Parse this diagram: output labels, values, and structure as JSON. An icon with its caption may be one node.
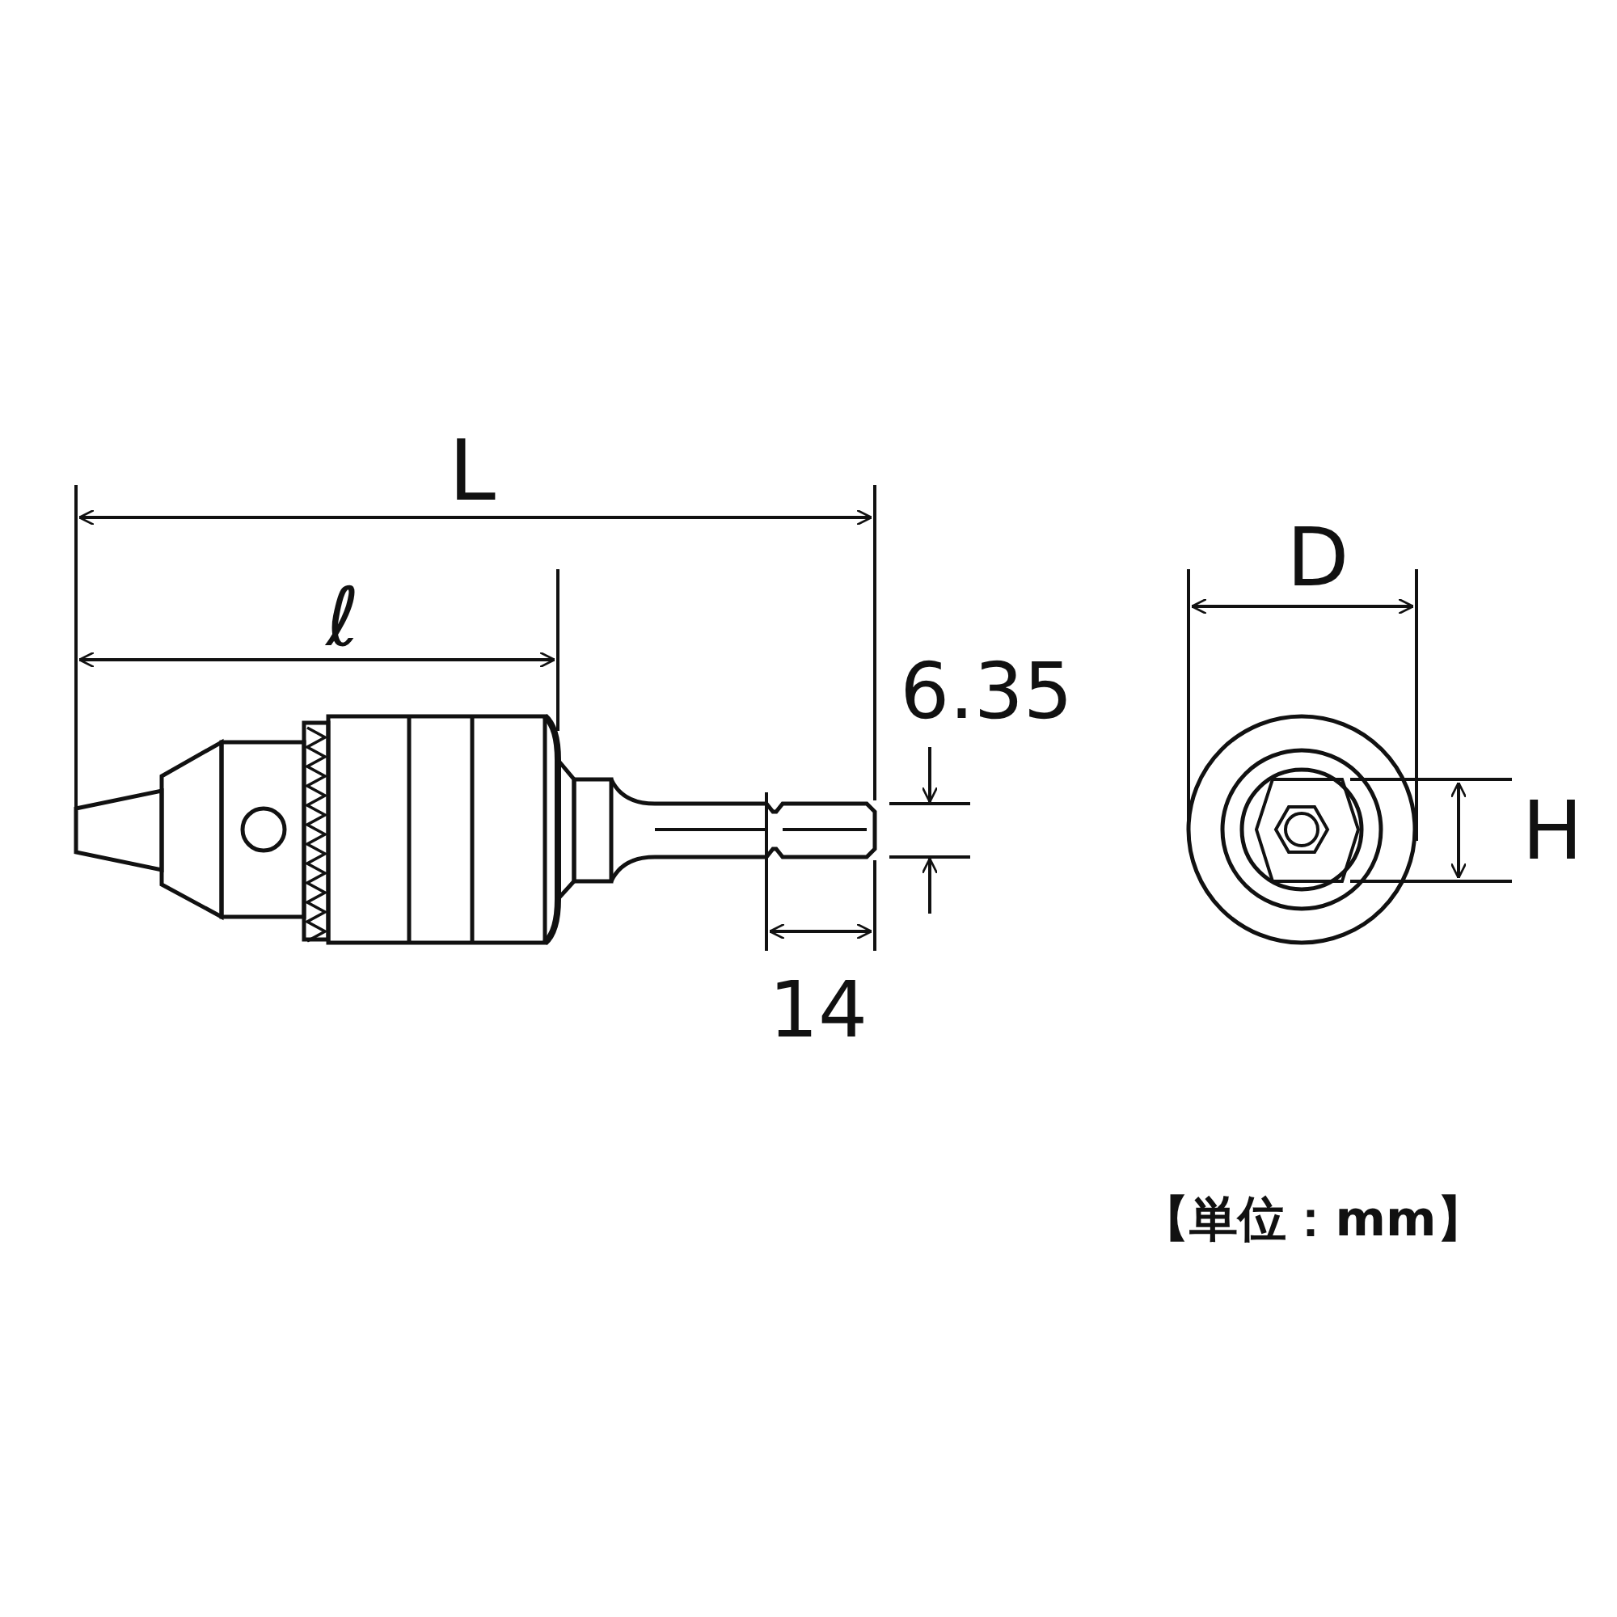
{
  "diagram": {
    "labels": [
      "L",
      "ℓ",
      "6.35",
      "14",
      "D",
      "H",
      "【単位：mm】"
    ]
  }
}
